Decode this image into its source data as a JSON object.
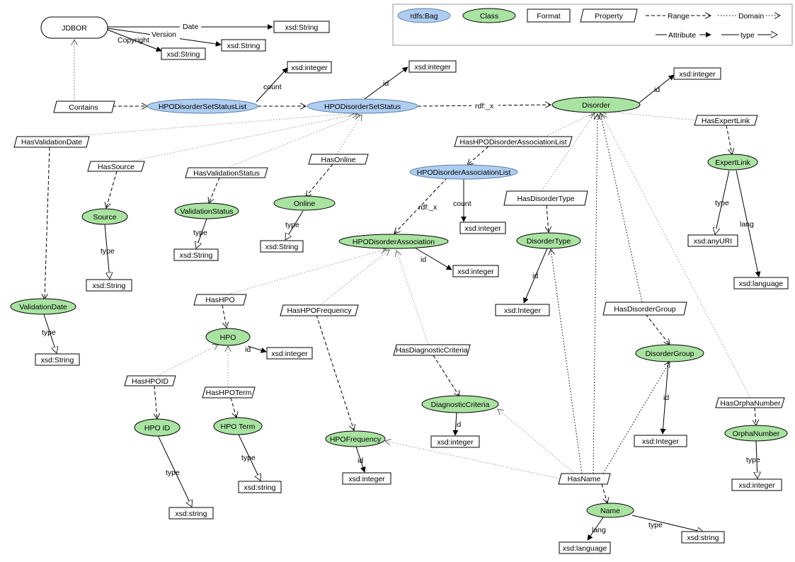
{
  "colors": {
    "bag_fill": "#aecdf0",
    "class_fill": "#a9e3a1",
    "format_fill": "#ffffff",
    "property_fill": "#ffffff",
    "legend_border": "#9a9a9a",
    "dotted_edge": "#9a9a9a",
    "dashed_edge": "#000000"
  },
  "legend": {
    "bag": "rdfs:Bag",
    "class": "Class",
    "format": "Format",
    "property": "Property",
    "range": "Range",
    "domain": "Domain",
    "attribute": "Attribute",
    "type": "type"
  },
  "nodes": {
    "jdbor": "JDBOR",
    "date_fmt": "xsd:String",
    "version_fmt": "xsd:String",
    "copyright_fmt": "xsd:String",
    "contains": "Contains",
    "statuslist": "HPODisorderSetStatusList",
    "statuslist_count_fmt": "xsd:integer",
    "setstatus": "HPODisorderSetStatus",
    "setstatus_id_fmt": "xsd:integer",
    "disorder": "Disorder",
    "disorder_id_fmt": "xsd:integer",
    "hasvalidationdate": "HasValidationDate",
    "hassource": "HasSource",
    "hasvalidationstatus": "HasValidationStatus",
    "hasonline": "HasOnline",
    "source": "Source",
    "source_type_fmt": "xsd:String",
    "validationstatus": "ValidationStatus",
    "validationstatus_type_fmt": "xsd:String",
    "online": "Online",
    "online_type_fmt": "xsd:String",
    "validationdate": "ValidationDate",
    "validationdate_type_fmt": "xsd:String",
    "hashpodisorderassociationlist": "HasHPODisorderAssociationList",
    "assoclist": "HPODisorderAssociationList",
    "assoclist_count_fmt": "xsd:integer",
    "assoc": "HPODisorderAssociation",
    "assoc_id_fmt": "xsd:integer",
    "hasdisordertype": "HasDisorderType",
    "disordertype": "DisorderType",
    "disordertype_id_fmt": "xsd:Integer",
    "hasexpertlink": "HasExpertLink",
    "expertlink": "ExpertLink",
    "expertlink_type_fmt": "xsd:anyURI",
    "expertlink_lang_fmt": "xsd:language",
    "hashpo": "HasHPO",
    "hpo": "HPO",
    "hpo_id_fmt": "xsd:integer",
    "hashpofrequency": "HasHPOFrequency",
    "hasdiagnosticcriteria": "HasDiagnosticCriteria",
    "hasdisordergroup": "HasDisorderGroup",
    "disordergroup": "DisorderGroup",
    "disordergroup_id_fmt": "xsd:Integer",
    "hashpoid": "HasHPOID",
    "hashpoterm": "HasHPOTerm",
    "hpoid": "HPO ID",
    "hpoid_type_fmt": "xsd:string",
    "hpoterm": "HPO Term",
    "hpoterm_type_fmt": "xsd:string",
    "diagnosticcriteria": "DiagnosticCriteria",
    "diagnosticcriteria_id_fmt": "xsd:integer",
    "hpofrequency": "HPOFrequency",
    "hpofrequency_id_fmt": "xsd:integer",
    "hasorphanumber": "HasOrphaNumber",
    "orphanumber": "OrphaNumber",
    "orphanumber_type_fmt": "xsd:integer",
    "hasname": "HasName",
    "name": "Name",
    "name_lang_fmt": "xsd:language",
    "name_type_fmt": "xsd:string"
  },
  "edge_labels": {
    "date": "Date",
    "version": "Version",
    "copyright": "Copyright",
    "count": "count",
    "id": "id",
    "rdf_x": "rdf:_x",
    "type": "type",
    "lang": "lang"
  }
}
